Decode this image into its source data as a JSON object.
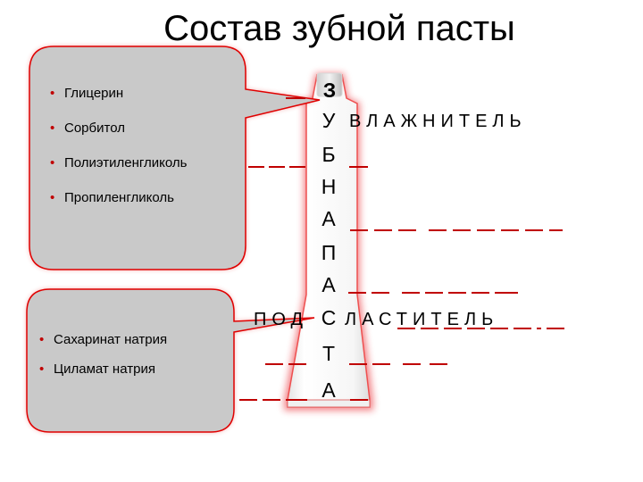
{
  "title": "Состав зубной пасты",
  "humectants": [
    "Глицерин",
    "Сорбитол",
    "Полиэтиленгликоль",
    "Пропиленгликоль"
  ],
  "sweeteners": [
    "Сахаринат натрия",
    "Циламат натрия"
  ],
  "vertical_word": [
    "З",
    "У",
    "Б",
    "Н",
    "А",
    "П",
    "А",
    "С",
    "Т",
    "А"
  ],
  "across_words": {
    "vlazhnitel": "ВЛАЖНИТЕЛЬ",
    "pod_prefix": "ПОД",
    "slastitel_rest": "ЛАСТИТЕЛЬ"
  },
  "colors": {
    "accent": "#c00000",
    "tube_glow": "#e8232a",
    "bubble_fill": "#c9c9c9",
    "bubble_stroke": "#e00000"
  }
}
